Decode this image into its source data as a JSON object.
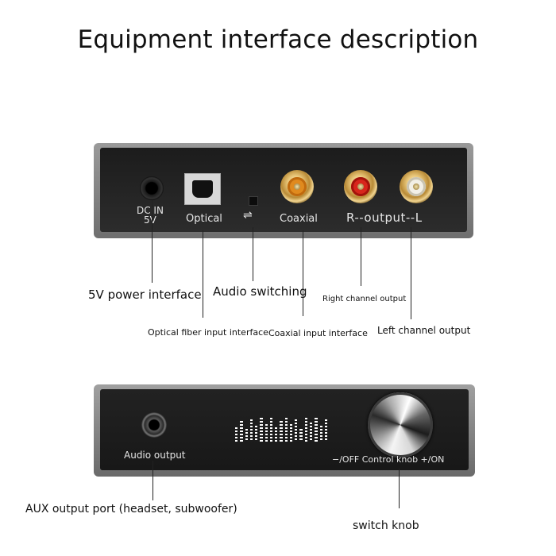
{
  "title": "Equipment interface description",
  "top_device": {
    "panel_labels": {
      "dc_in": "DC  IN",
      "dc_volt": "5V",
      "optical": "Optical",
      "coaxial": "Coaxial",
      "output": "R--output--L"
    },
    "callouts": {
      "power": "5V power interface",
      "audio_switching": "Audio switching",
      "right_channel": "Right channel output",
      "optical": "Optical fiber input interface",
      "coaxial": "Coaxial input interface",
      "left_channel": "Left channel output"
    },
    "colors": {
      "coaxial_ring": "#e08a1e",
      "right_ring": "#d8261c",
      "left_ring": "#f2efe6"
    }
  },
  "bottom_device": {
    "panel_labels": {
      "audio_output": "Audio  output",
      "control": "−/OFF  Control  knob  +/ON"
    },
    "callouts": {
      "aux": "AUX output port (headset, subwoofer)",
      "switch_knob": "switch knob"
    }
  }
}
